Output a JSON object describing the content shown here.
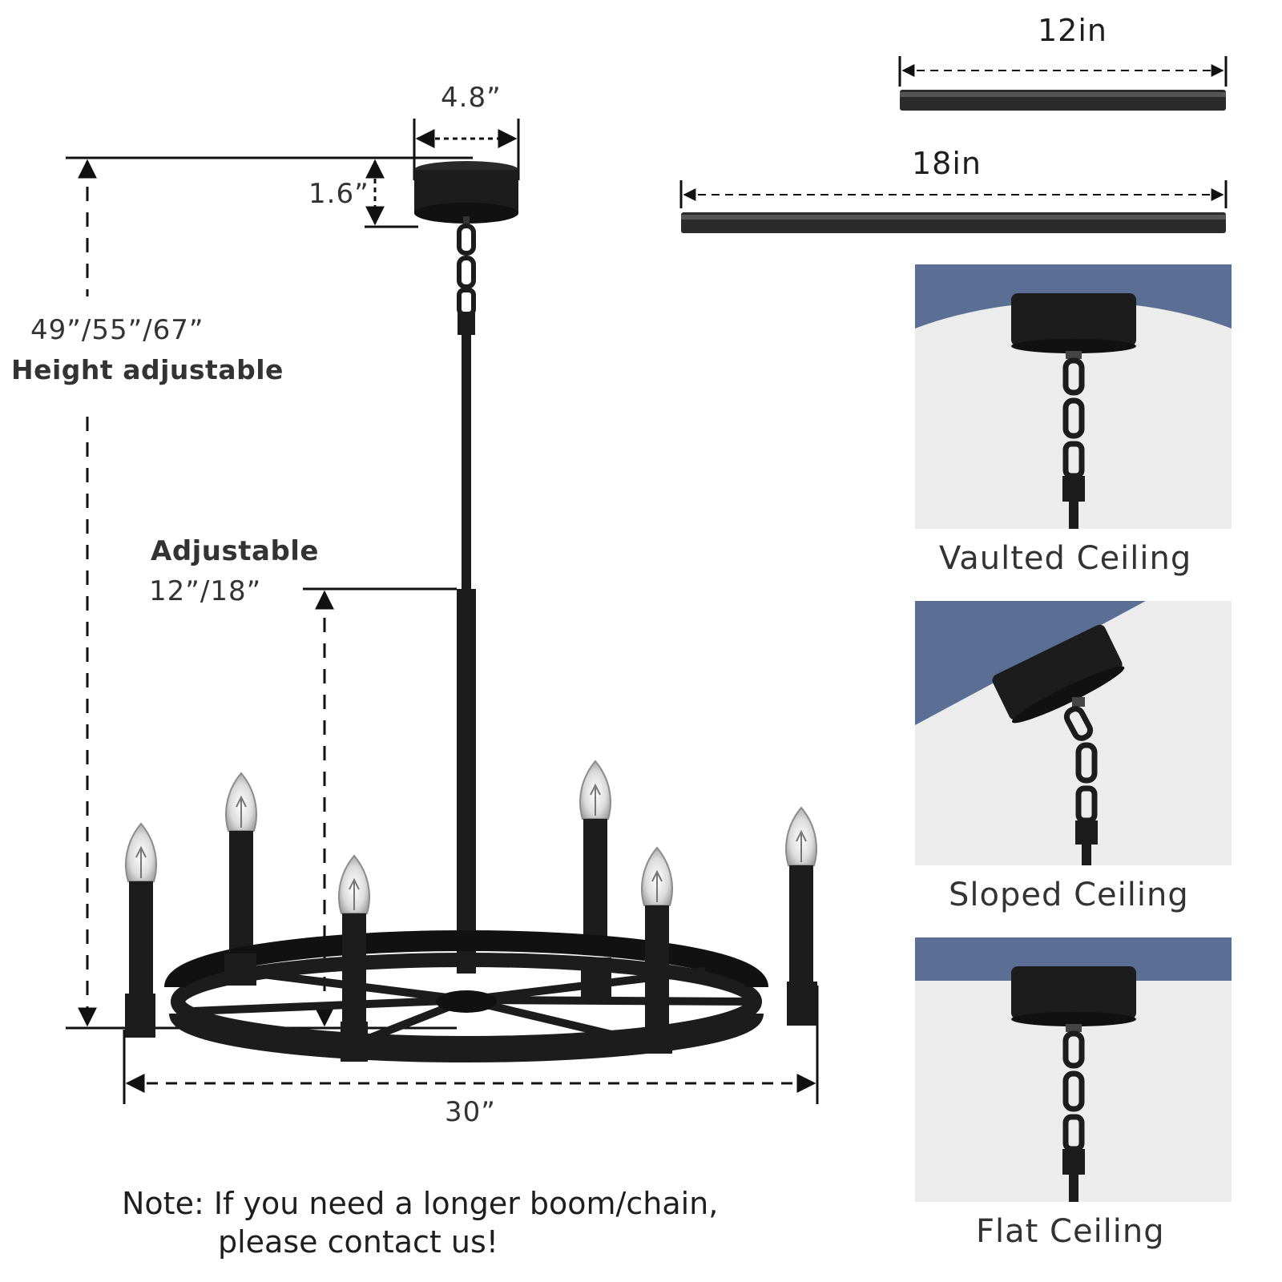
{
  "dimensions": {
    "canopy_width": "4.8”",
    "canopy_height": "1.6”",
    "overall_height": "49”/55”/67”",
    "overall_height_note": "Height adjustable",
    "rod_title": "Adjustable",
    "rod_lengths": "12”/18”",
    "diameter": "30”"
  },
  "rods": {
    "short_label": "12in",
    "long_label": "18in"
  },
  "mounting_options": [
    {
      "label": "Vaulted Ceiling"
    },
    {
      "label": "Sloped Ceiling"
    },
    {
      "label": "Flat Ceiling"
    }
  ],
  "note": {
    "line1": "Note: If you need a longer boom/chain,",
    "line2": "please contact us!"
  },
  "colors": {
    "fixture": "#1c1c1c",
    "ceiling": "#5a6f93",
    "panel_bg": "#ececec",
    "text": "#333333"
  }
}
